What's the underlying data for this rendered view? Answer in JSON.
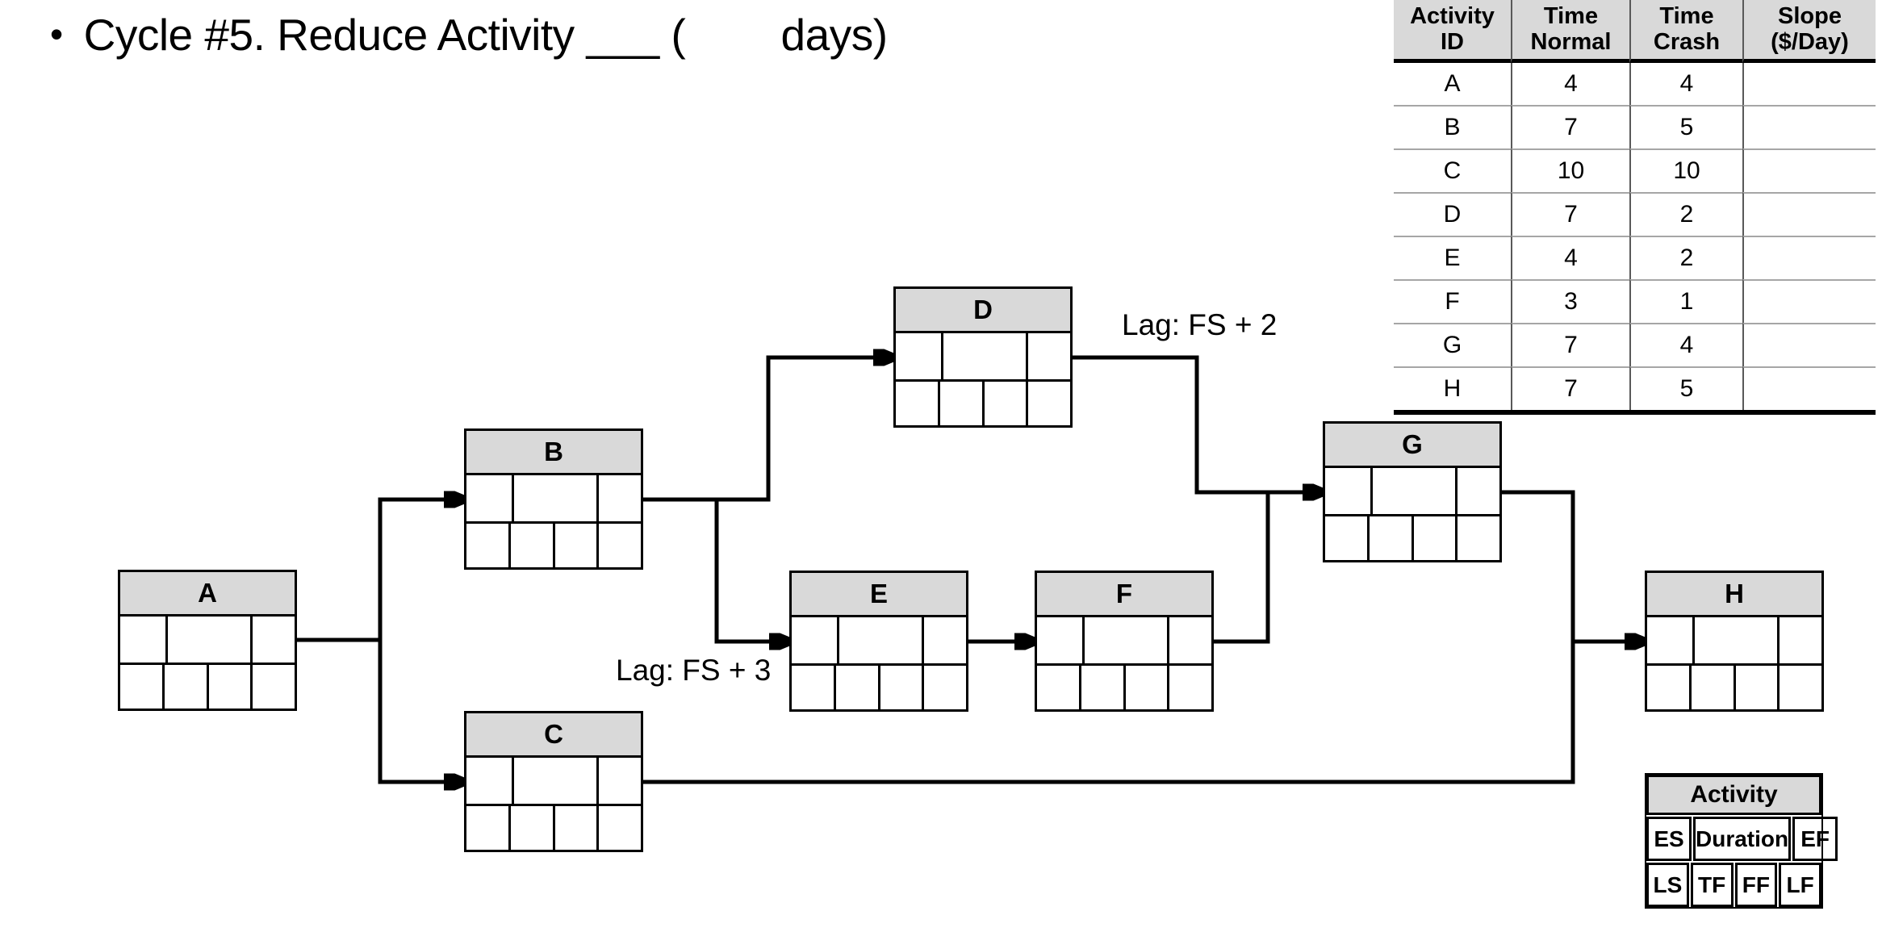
{
  "title": {
    "bullet": "•",
    "text": "Cycle #5. Reduce Activity ___ (        days)"
  },
  "crash_table": {
    "headers": [
      "Activity\nID",
      "Time\nNormal",
      "Time\nCrash",
      "Slope\n($/Day)"
    ],
    "rows": [
      [
        "A",
        "4",
        "4",
        ""
      ],
      [
        "B",
        "7",
        "5",
        ""
      ],
      [
        "C",
        "10",
        "10",
        ""
      ],
      [
        "D",
        "7",
        "2",
        ""
      ],
      [
        "E",
        "4",
        "2",
        ""
      ],
      [
        "F",
        "3",
        "1",
        ""
      ],
      [
        "G",
        "7",
        "4",
        ""
      ],
      [
        "H",
        "7",
        "5",
        ""
      ]
    ]
  },
  "nodes": [
    {
      "id": "A"
    },
    {
      "id": "B"
    },
    {
      "id": "C"
    },
    {
      "id": "D"
    },
    {
      "id": "E"
    },
    {
      "id": "F"
    },
    {
      "id": "G"
    },
    {
      "id": "H"
    }
  ],
  "lags": [
    {
      "text": "Lag: FS + 2"
    },
    {
      "text": "Lag: FS + 3"
    }
  ],
  "legend": {
    "title": "Activity",
    "row1": [
      "ES",
      "Duration",
      "EF"
    ],
    "row2": [
      "LS",
      "TF",
      "FF",
      "LF"
    ]
  },
  "colors": {
    "node_header_fill": "#d9d9d9",
    "table_header_fill": "#d9d9d9",
    "line": "#000000",
    "table_grid_vertical": "#595959",
    "table_grid_horizontal": "#a6a6a6"
  }
}
